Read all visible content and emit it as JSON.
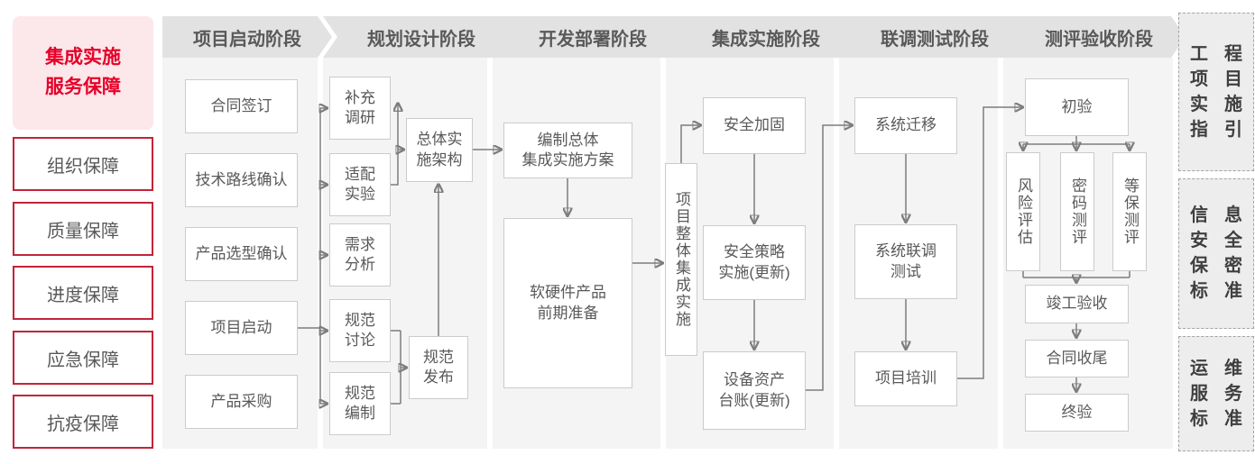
{
  "sidebar": {
    "title_line1": "集成实施",
    "title_line2": "服务保障",
    "items": [
      "组织保障",
      "质量保障",
      "进度保障",
      "应急保障",
      "抗疫保障"
    ]
  },
  "phases": [
    "项目启动阶段",
    "规划设计阶段",
    "开发部署阶段",
    "集成实施阶段",
    "联调测试阶段",
    "测评验收阶段"
  ],
  "boxes": {
    "contract_signing": "合同签订",
    "tech_route_confirm": "技术路线确认",
    "product_selection_confirm": "产品选型确认",
    "project_kickoff": "项目启动",
    "product_procurement": "产品采购",
    "supplementary_research": "补充\n调研",
    "adaptation_experiment": "适配\n实验",
    "requirement_analysis": "需求\n分析",
    "spec_discussion": "规范\n讨论",
    "spec_compilation": "规范\n编制",
    "overall_impl_architecture": "总体实\n施架构",
    "spec_release": "规范\n发布",
    "overall_integration_plan": "编制总体\n集成实施方案",
    "hw_sw_preparation": "软硬件产品\n前期准备",
    "project_overall_integration": "项目整体集成实施",
    "security_hardening": "安全加固",
    "security_policy_impl": "安全策略\n实施(更新)",
    "asset_ledger_update": "设备资产\n台账(更新)",
    "system_migration": "系统迁移",
    "system_joint_test": "系统联调\n测试",
    "project_training": "项目培训",
    "initial_acceptance": "初验",
    "risk_assessment": "风险评估",
    "crypto_evaluation": "密码测评",
    "mlps_evaluation": "等保测评",
    "completion_acceptance": "竣工验收",
    "contract_closure": "合同收尾",
    "final_acceptance": "终验"
  },
  "right_panels": [
    {
      "lines": [
        "工程",
        "项目",
        "实施",
        "指引"
      ]
    },
    {
      "lines": [
        "信息",
        "安全",
        "保密",
        "标准"
      ]
    },
    {
      "lines": [
        "运维",
        "服务",
        "标准"
      ]
    }
  ],
  "colors": {
    "accent_red": "#e60028",
    "pink_bg": "#fce7ea",
    "red_border": "#c22438",
    "header_bg": "#e2e2e2",
    "column_bg": "#f4f4f4",
    "box_border": "#cbcbcb",
    "text_gray": "#595959",
    "line_gray": "#7d7d7d"
  }
}
